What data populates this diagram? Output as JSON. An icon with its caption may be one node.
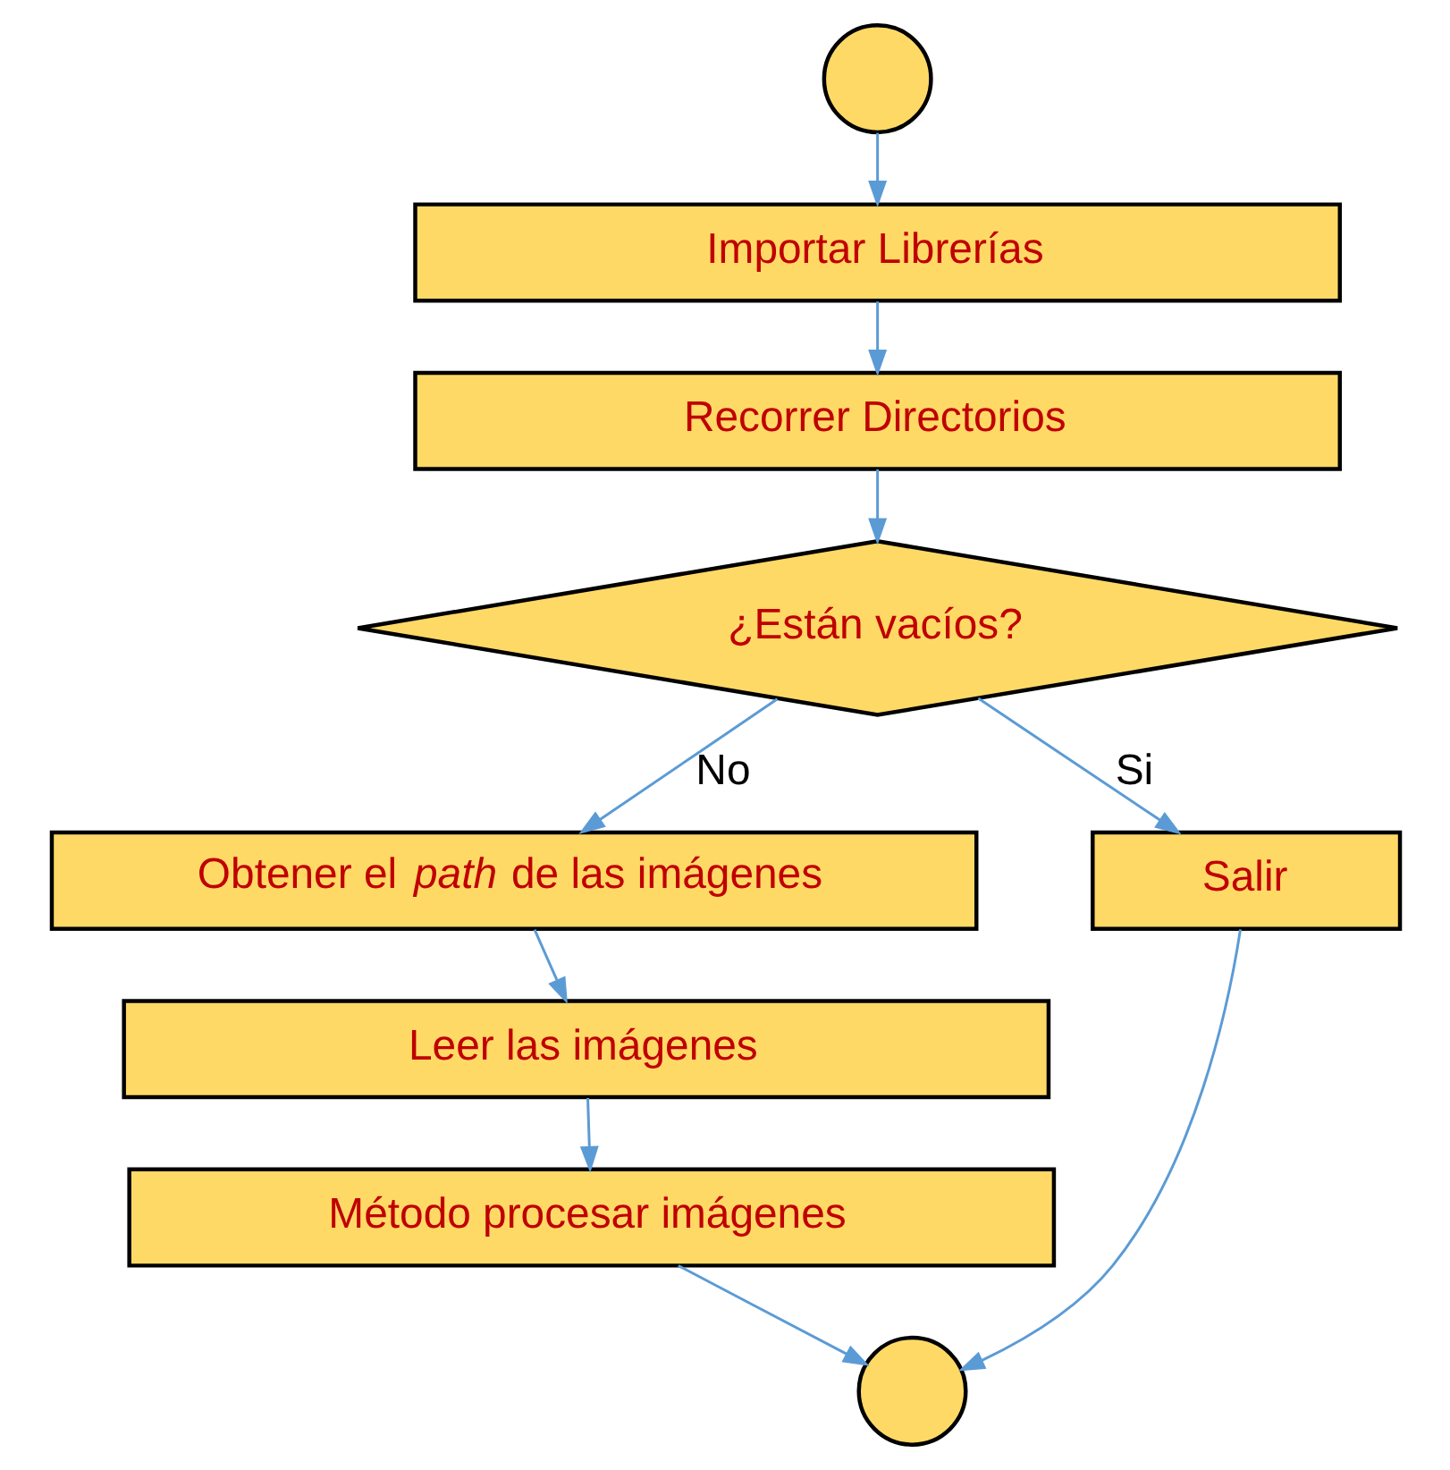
{
  "diagram": {
    "nodes": [
      {
        "text": [],
        "shape": "circle"
      },
      {
        "text": [
          "Importar Librerías"
        ]
      },
      {
        "text": [
          "Recorrer Directorios"
        ]
      },
      {
        "text": [
          "¿Están vacíos?"
        ]
      },
      {
        "text": [
          "Obtener el *path* de las imágenes"
        ]
      },
      {
        "text": [
          "Salir"
        ]
      },
      {
        "text": [
          "Leer las imágenes"
        ]
      },
      {
        "text": [
          "Método procesar imágenes"
        ]
      },
      {
        "text": [],
        "shape": "circle"
      }
    ],
    "edges": [
      {
        "from": 0,
        "to": 1,
        "arrow": "to"
      },
      {
        "from": 1,
        "to": 2,
        "arrow": "to"
      },
      {
        "from": 2,
        "to": 3,
        "arrow": "to"
      },
      {
        "from": 3,
        "to": 4,
        "arrow": "to",
        "label": "No"
      },
      {
        "from": 3,
        "to": 5,
        "arrow": "to",
        "label": "Si"
      },
      {
        "from": 4,
        "to": 6,
        "arrow": "to"
      },
      {
        "from": 6,
        "to": 7,
        "arrow": "to"
      },
      {
        "from": 7,
        "to": 8,
        "arrow": "to"
      },
      {
        "from": 5,
        "to": 8,
        "arrow": "to"
      }
    ]
  }
}
